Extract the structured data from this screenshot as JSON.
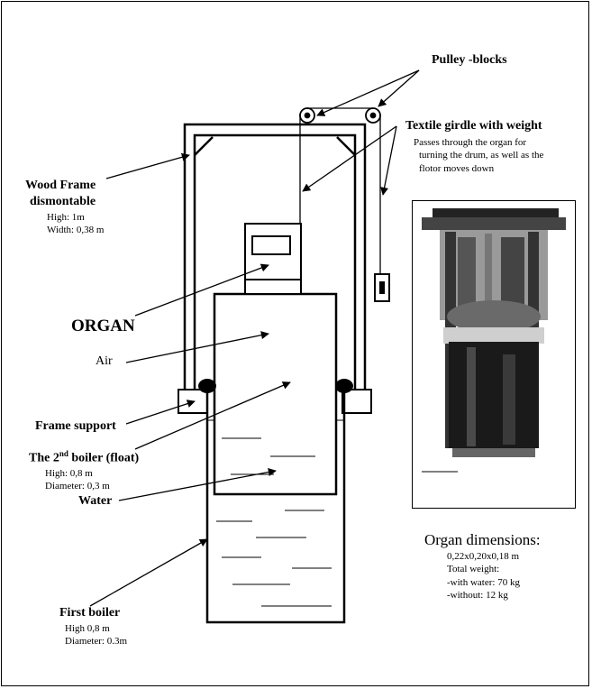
{
  "labels": {
    "pulley_blocks": "Pulley -blocks",
    "textile_girdle": "Textile girdle with weight",
    "textile_desc": [
      "Passes through the organ for",
      "turning the drum, as well as the",
      "flotor moves down"
    ],
    "wood_frame": [
      "Wood Frame",
      "dismontable"
    ],
    "wood_frame_specs": [
      "High: 1m",
      "Width: 0,38 m"
    ],
    "organ": "ORGAN",
    "air": "Air",
    "frame_support": "Frame support",
    "second_boiler_prefix": "The 2",
    "second_boiler_sup": "nd",
    "second_boiler_suffix": " boiler (float)",
    "second_boiler_specs": [
      "High: 0,8 m",
      "Diameter: 0,3 m"
    ],
    "water": "Water",
    "first_boiler": "First boiler",
    "first_boiler_specs": [
      "High 0,8 m",
      "Diameter: 0.3m"
    ],
    "organ_dimensions_title": "Organ dimensions:",
    "organ_dimensions_specs": [
      "0,22x0,20x0,18 m",
      "Total weight:",
      " -with water: 70 kg",
      " -without: 12 kg"
    ]
  },
  "photo": {
    "icon": "organ-photo-image"
  }
}
